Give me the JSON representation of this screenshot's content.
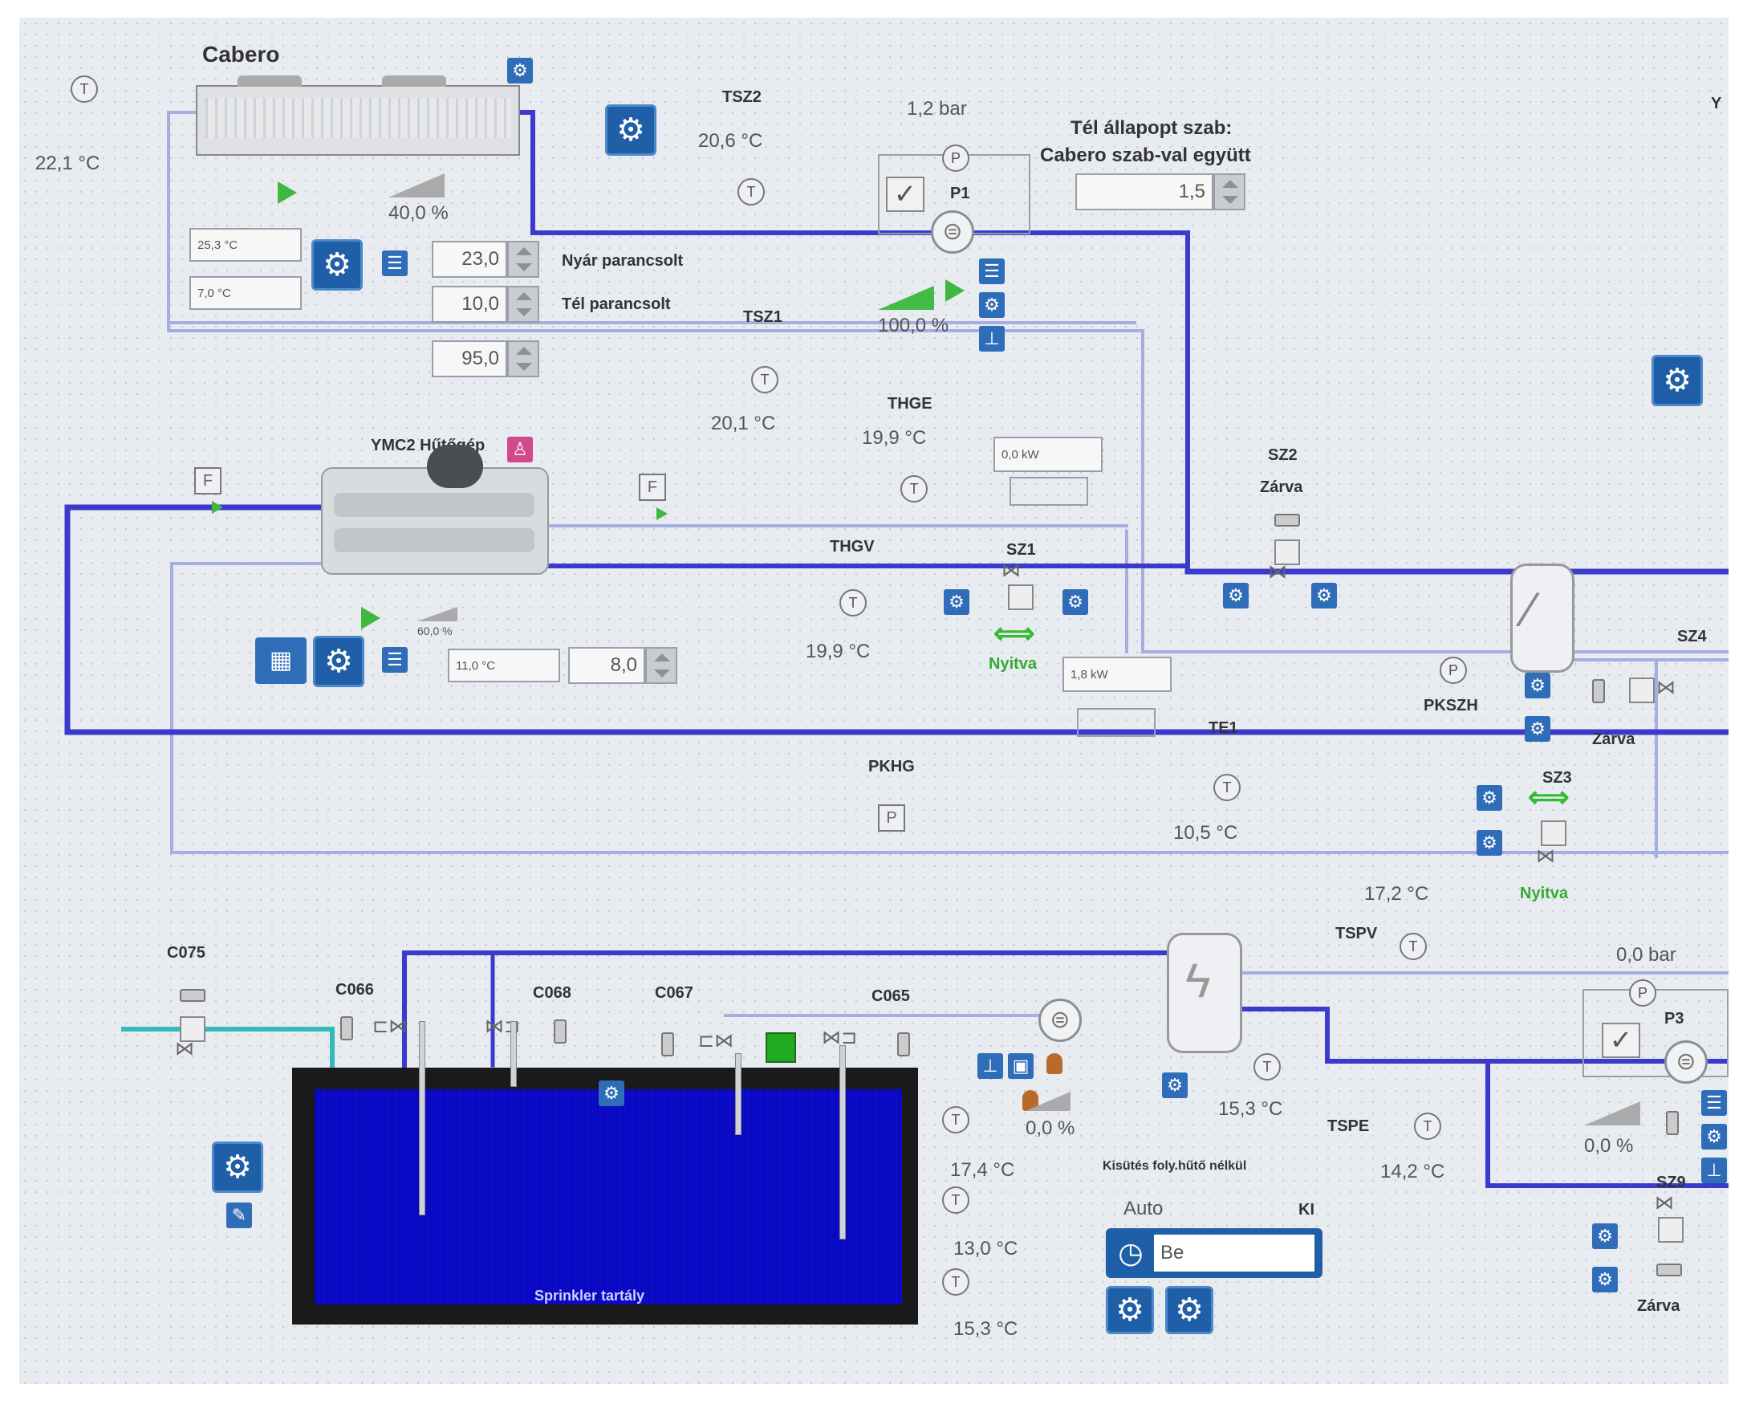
{
  "cabero": {
    "title": "Cabero",
    "fan_percent": "40,0 %",
    "temp_high": "25,3 °C",
    "temp_low": "7,0 °C"
  },
  "outdoor": {
    "temp": "22,1 °C",
    "icon": "thermometer-icon"
  },
  "setpoints": {
    "nyar_value": "23,0",
    "nyar_label": "Nyár parancsolt",
    "tel_value": "10,0",
    "tel_label": "Tél parancsolt",
    "third_value": "95,0"
  },
  "sensors": {
    "tsz2_label": "TSZ2",
    "tsz2_temp": "20,6 °C",
    "tsz1_label": "TSZ1",
    "tsz1_temp": "20,1 °C",
    "thge_label": "THGE",
    "thge_temp": "19,9 °C",
    "thgv_label": "THGV",
    "thgv_temp": "19,9 °C",
    "te1_label": "TE1",
    "te1_temp": "10,5 °C",
    "pkszh_label": "PKSZH",
    "pkhg_label": "PKHG",
    "tspv_label": "TSPV",
    "tspv_temp": "17,2 °C",
    "tspe_label": "TSPE",
    "tspe_temp": "14,2 °C",
    "hx_temp": "15,3 °C",
    "tank_t1": "17,4 °C",
    "tank_t2": "13,0 °C",
    "tank_t3": "15,3 °C"
  },
  "pump_p1": {
    "name": "P1",
    "pressure": "1,2 bar",
    "speed": "100,0 %"
  },
  "winter": {
    "title": "Tél állapopt szab:",
    "subtitle": "Cabero szab-val együtt",
    "value": "1,5"
  },
  "chiller": {
    "name": "YMC2 Hűtőgép",
    "speed": "60,0 %",
    "temp_field": "11,0 °C",
    "setpoint": "8,0"
  },
  "power": {
    "kw1": "0,0 kW",
    "kw2": "1,8 kW"
  },
  "valves": {
    "sz1": "SZ1",
    "sz1_state": "Nyitva",
    "sz2": "SZ2",
    "sz2_state": "Zárva",
    "sz3": "SZ3",
    "sz3_state": "Nyitva",
    "sz4": "SZ4",
    "sz4_state": "Zárva",
    "sz9": "SZ9",
    "sz9_state": "Zárva"
  },
  "sprinkler": {
    "tank_label": "Sprinkler tartály",
    "c075": "C075",
    "c066": "C066",
    "c068": "C068",
    "c067": "C067",
    "c065": "C065",
    "pump_speed": "0,0 %"
  },
  "pump_p3": {
    "name": "P3",
    "pressure": "0,0 bar",
    "speed": "0,0 %"
  },
  "mode": {
    "title": "Kisütés foly.hűtő nélkül",
    "auto": "Auto",
    "ki": "KI",
    "value": "Be"
  },
  "flow": {
    "f_label": "F"
  },
  "misc": {
    "corner_y": "Y"
  },
  "colors": {
    "pipe_blue": "#3a3acc",
    "pipe_light": "#9aa4de",
    "water": "#0a0ac8",
    "button_blue": "#1f5fa8",
    "run_green": "#3fb83f",
    "cyan_pipe": "#33bbbb"
  }
}
